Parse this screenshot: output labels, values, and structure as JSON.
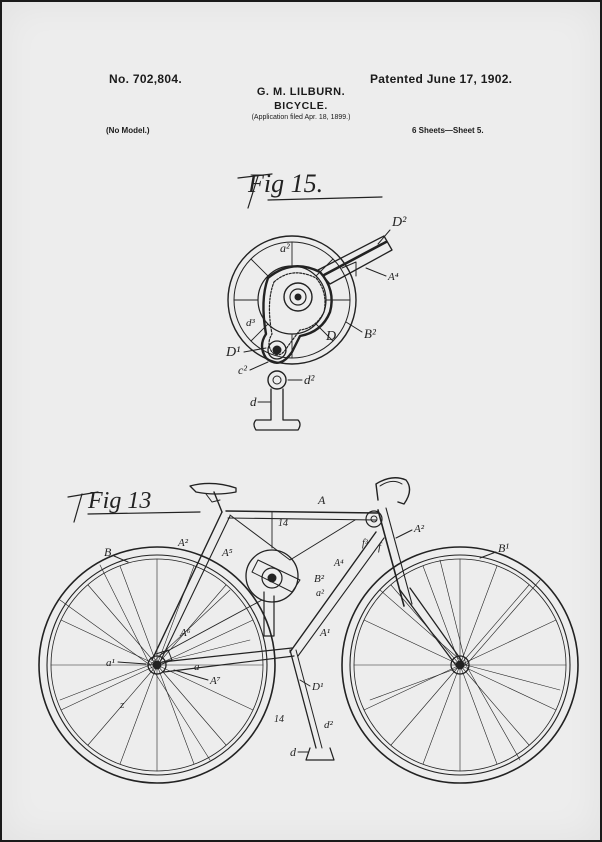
{
  "header": {
    "patent_number": "No. 702,804.",
    "patent_date": "Patented June 17, 1902.",
    "inventor": "G. M. LILBURN.",
    "title": "BICYCLE.",
    "application": "(Application filed Apr. 18, 1899.)",
    "model": "(No Model.)",
    "sheets": "6 Sheets—Sheet 5."
  },
  "figures": {
    "fig15": {
      "caption": "Fig 15.",
      "labels": {
        "D2": "D²",
        "a2": "a²",
        "A4": "A⁴",
        "d3": "d³",
        "D": "D",
        "B2": "B²",
        "D1": "D¹",
        "C2": "c²",
        "d2": "d²",
        "d": "d"
      }
    },
    "fig13": {
      "caption": "Fig 13",
      "labels": {
        "A": "A",
        "A2_top": "A²",
        "A2_left": "A²",
        "A5": "A⁵",
        "14": "14",
        "B": "B",
        "B1": "B¹",
        "A4": "A⁴",
        "f3": "f³",
        "f": "f",
        "B2": "B²",
        "a2": "a²",
        "A1": "A¹",
        "A6": "A⁶",
        "a1": "a¹",
        "a": "a",
        "A7": "A⁷",
        "D1": "D¹",
        "z": "z",
        "14b": "14",
        "d2": "d²",
        "d": "d"
      }
    }
  },
  "colors": {
    "paper": "#ededed",
    "border": "#1a1a1a",
    "ink": "#222222"
  }
}
